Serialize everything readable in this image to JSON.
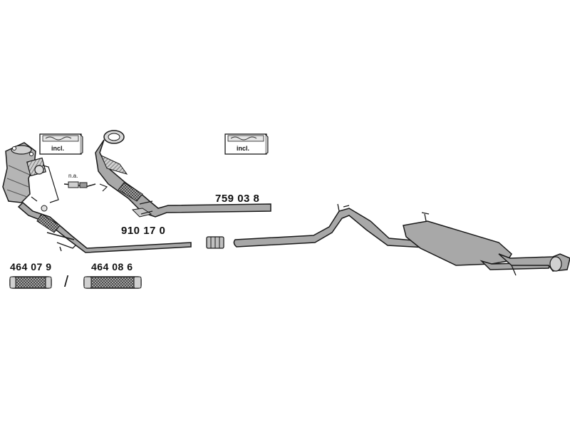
{
  "parts": {
    "p759038": "759 03 8",
    "p910170": "910 17 0",
    "p464079": "464 07 9",
    "p464086": "464 08 6"
  },
  "labels": {
    "not_available": "n.a.",
    "included": "incl.",
    "alternative_separator": "/"
  },
  "colors": {
    "pipe_fill": "#a8a8a8",
    "pipe_outline": "#1a1a1a",
    "background": "#ffffff"
  }
}
